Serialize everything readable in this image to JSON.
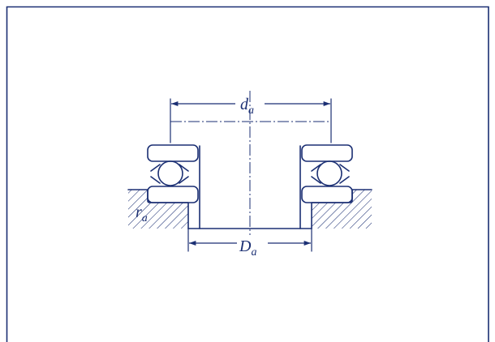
{
  "drawing": {
    "labels": {
      "bore_diameter": {
        "main": "d",
        "sub": "a"
      },
      "outer_diameter": {
        "main": "D",
        "sub": "a"
      },
      "fillet_radius": {
        "main": "r",
        "sub": "a"
      }
    }
  },
  "colors": {
    "line": "#1b2f73",
    "background": "#ffffff"
  }
}
